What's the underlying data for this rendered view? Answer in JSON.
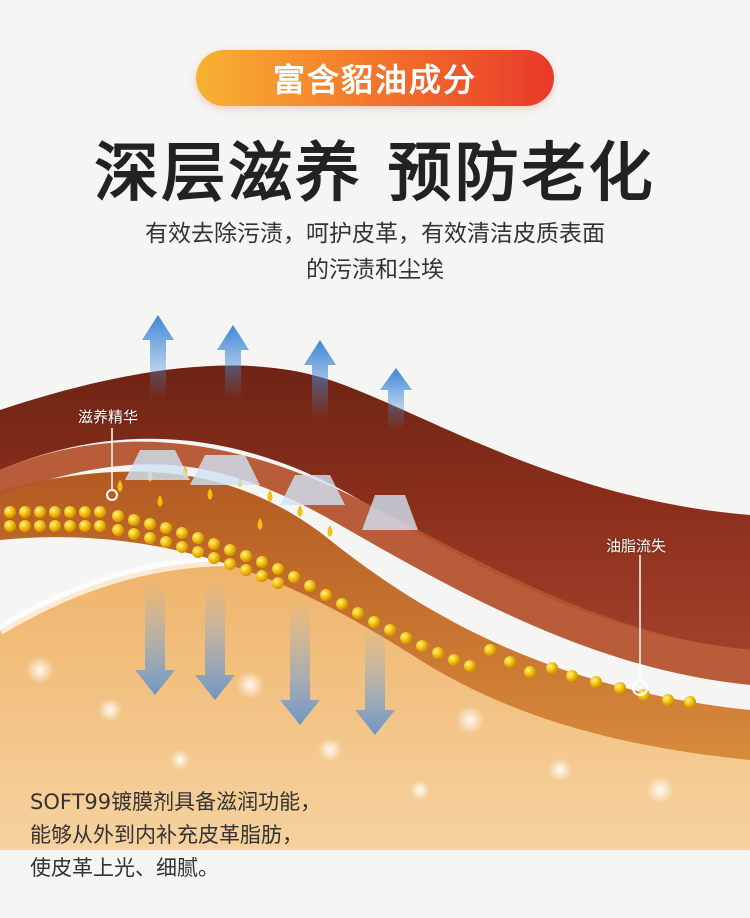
{
  "badge": {
    "text": "富含貂油成分"
  },
  "headline": {
    "text": "深层滋养 预防老化"
  },
  "subtitle": {
    "line1": "有效去除污渍，呵护皮革，有效清洁皮质表面",
    "line2": "的污渍和尘埃"
  },
  "labels": {
    "essence": "滋养精华",
    "oil_loss": "油脂流失"
  },
  "description": {
    "line1": "SOFT99镀膜剂具备滋润功能，",
    "line2": "能够从外到内补充皮革脂肪，",
    "line3": "使皮革上光、细腻。"
  },
  "colors": {
    "badge_start": "#f7b232",
    "badge_end": "#e8392a",
    "leather_top": "#8b2f1c",
    "leather_mid": "#c7742e",
    "leather_bottom": "#f2c688",
    "oil_bead": "#f0b400",
    "arrow_blue": "#4a8fd6"
  }
}
